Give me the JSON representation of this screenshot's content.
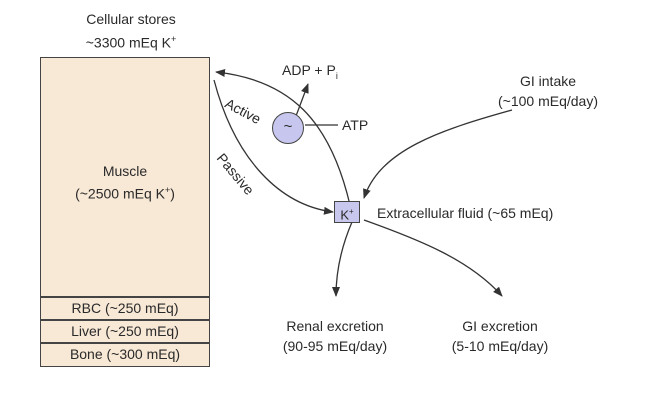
{
  "cellular": {
    "title": "Cellular stores",
    "amount": "~3300 mEq K",
    "amount_sup": "+"
  },
  "muscle": {
    "label": "Muscle",
    "amount": "(~2500 mEq K",
    "amount_sup": "+",
    "amount_end": ")"
  },
  "stores": [
    {
      "label": "RBC (~250 mEq)"
    },
    {
      "label": "Liver (~250 mEq)"
    },
    {
      "label": "Bone (~300 mEq)"
    }
  ],
  "pump": {
    "adp": "ADP + P",
    "adp_sub": "i",
    "atp": "ATP",
    "symbol": "~"
  },
  "transport": {
    "active": "Active",
    "passive": "Passive"
  },
  "k_box": {
    "symbol": "K",
    "sup": "+"
  },
  "ecf": {
    "label": "Extracellular fluid (~65 mEq)"
  },
  "gi_intake": {
    "label": "GI intake",
    "amount": "(~100 mEq/day)"
  },
  "renal": {
    "label": "Renal excretion",
    "amount": "(90-95 mEq/day)"
  },
  "gi_excretion": {
    "label": "GI excretion",
    "amount": "(5-10 mEq/day)"
  },
  "colors": {
    "box_fill": "#f8e8d6",
    "pump_fill": "#c6c6ee",
    "k_fill": "#c8c8ee",
    "line": "#333333"
  }
}
